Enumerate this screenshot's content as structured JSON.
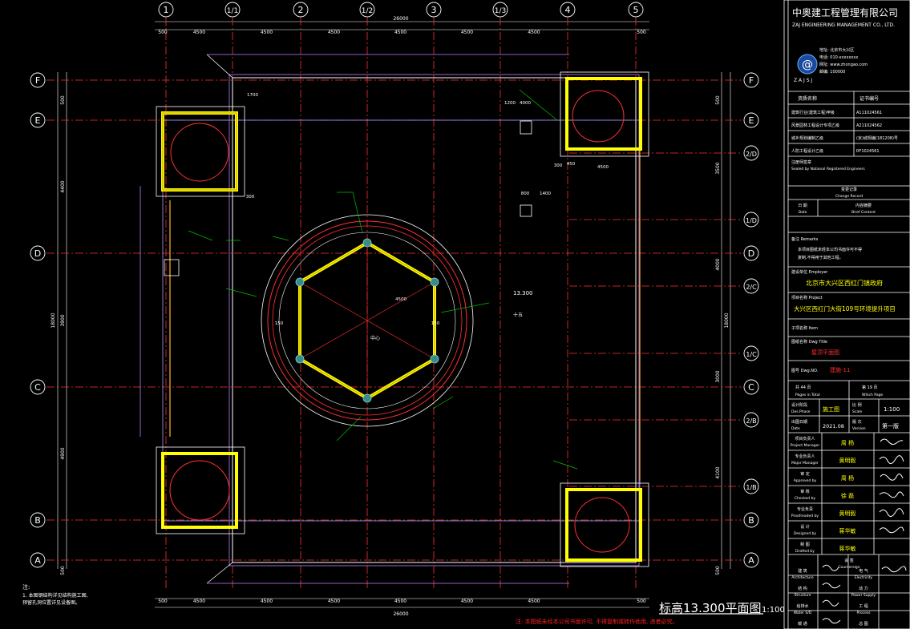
{
  "axes": {
    "columns": [
      "1",
      "1/1",
      "2",
      "1/2",
      "3",
      "1/3",
      "4",
      "5"
    ],
    "rows_left": [
      "F",
      "E",
      "D",
      "C",
      "B",
      "A"
    ],
    "rows_right": [
      "F",
      "E",
      "2/D",
      "1/D",
      "D",
      "2/C",
      "1/C",
      "C",
      "2/B",
      "1/B",
      "B",
      "A"
    ]
  },
  "dimensions": {
    "top_segments": [
      "500",
      "4500",
      "4500",
      "4500",
      "4500",
      "4500",
      "4500",
      "500"
    ],
    "top_total": "26000",
    "bottom_total": "26000",
    "left_segments": [
      "500",
      "4400",
      "3900",
      "4900",
      "500"
    ],
    "left_total": "18000",
    "right_segments": [
      "500",
      "3500",
      "4000",
      "3000",
      "4100",
      "500"
    ],
    "right_total": "18000",
    "misc": [
      "4500",
      "1200",
      "4000",
      "300",
      "450",
      "1400",
      "800",
      "150",
      "150",
      "1700",
      "300",
      "4500"
    ]
  },
  "drawing": {
    "title": "标高13.300平面图",
    "scale": "1:100",
    "note_title": "注:",
    "note_lines": [
      "1. 本图钢结构详见结构施工图,",
      "   预留孔洞位置详见设备图。"
    ],
    "bottom_warning": "注: 本图纸未经本公司书面许可, 不得复制或转作他用, 违者必究。",
    "elevation_label": "13.300",
    "annotation": "十五",
    "center_label": "中心"
  },
  "title_block": {
    "company_cn": "中奥建工程管理有限公司",
    "company_en": "ZAJ ENGINEERING MANAGEMENT CO., LTD.",
    "logo_text": "Z A J S J",
    "address_lines": [
      "地址: 北京市大兴区",
      "电话: 010-xxxxxxxx",
      "网址: www.zhongao.com",
      "邮编: 100000"
    ],
    "cert_header": [
      "资质名称",
      "证书编号"
    ],
    "cert_rows": [
      [
        "建筑行业(建筑工程)甲级",
        "A111024561"
      ],
      [
        "风景园林工程设计专项乙级",
        "A211024562"
      ],
      [
        "城乡规划编制乙级",
        "(京)城规编(181208)号"
      ],
      [
        "人防工程设计乙级",
        "RF1024561"
      ]
    ],
    "stamp_label": "注册师签章",
    "stamp_label_en": "Sealed by National Registered Engineers",
    "change_record": "变更记录",
    "change_record_en": "Change Record",
    "date_label": "日 期",
    "date_label_en": "Date",
    "content_label": "内容摘要",
    "content_label_en": "Brief Content",
    "remarks_label": "备注 Remarks",
    "remarks_lines": [
      "本项目图纸未经本公司书面许可不得",
      "复制,不得用于其他工程。"
    ],
    "employer_label": "建设单位 Employer",
    "employer": "北京市大兴区西红门镇政府",
    "project_label": "项目名称 Project",
    "project": "大兴区西红门大街109号环境提升项目",
    "subitem_label": "子项名称 Item",
    "drawing_title_label": "图纸名称 Dwg Title",
    "drawing_title": "屋顶平面图",
    "drawing_no_label": "图号 Dwg.NO.",
    "drawing_no": "建施-11",
    "pages_label": "共 44 页",
    "pages_label_en": "Pages in Total",
    "page_label": "第 19 页",
    "page_label_en": "Which Page",
    "phase_label": "设计阶段",
    "phase_label_en": "Des.Phase",
    "phase": "施工图",
    "scale_label": "比 例",
    "scale_label_en": "Scale",
    "scale_value": "1:100",
    "date2_label": "出图日期",
    "date2_label_en": "Date",
    "date2_value": "2021.08",
    "version_label": "版 次",
    "version_label_en": "Version",
    "version_value": "第一版",
    "roles": [
      [
        "项目负责人",
        "Project Manager",
        "周 杨"
      ],
      [
        "专业负责人",
        "Major Manager",
        "黄明毅"
      ],
      [
        "审 定",
        "Approved by",
        "周 杨"
      ],
      [
        "审 核",
        "Checked by",
        "徐 磊"
      ],
      [
        "专业负责",
        "Proofreaded by",
        "黄明毅"
      ],
      [
        "设 计",
        "Designed by",
        "蒋华敏"
      ],
      [
        "制 图",
        "Drafted by",
        "蒋华敏"
      ]
    ],
    "countersign": "会 签",
    "countersign_en": "Countersign",
    "cs_rows": [
      [
        "建 筑",
        "Architecture",
        "电 气",
        "Electricity"
      ],
      [
        "结 构",
        "Structure",
        "动 力",
        "Power Supply"
      ],
      [
        "给排水",
        "Water S/D",
        "工 程",
        "Process"
      ],
      [
        "暖 通",
        "HVAC",
        "总 图",
        "General Plan"
      ]
    ]
  }
}
